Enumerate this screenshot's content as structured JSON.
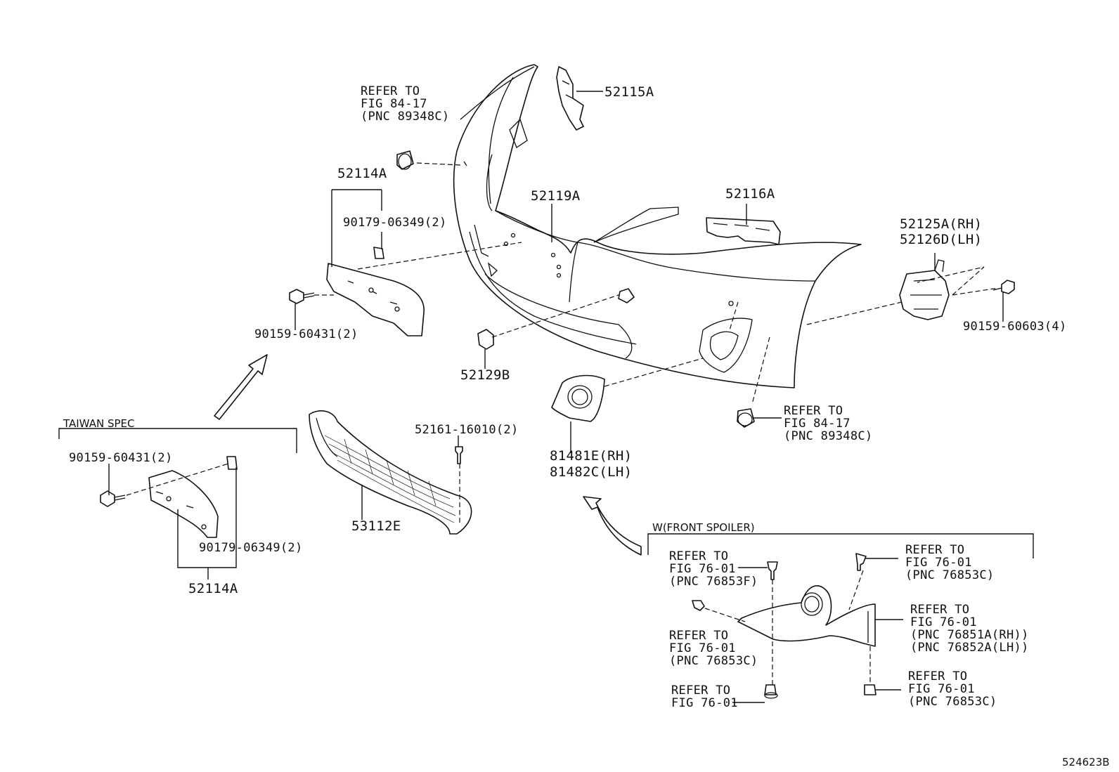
{
  "figure_id": "524623B",
  "sections": {
    "taiwan_spec": "TAIWAN SPEC",
    "front_spoiler": "W(FRONT SPOILER)"
  },
  "parts": {
    "p52115A": "52115A",
    "p52114A_top": "52114A",
    "p90179_top": "90179-06349(2)",
    "p90159_60431_top": "90159-60431(2)",
    "p52119A": "52119A",
    "p52116A": "52116A",
    "p52125A": "52125A(RH)",
    "p52126D": "52126D(LH)",
    "p90159_60603": "90159-60603(4)",
    "p52129B": "52129B",
    "p52161": "52161-16010(2)",
    "p53112E": "53112E",
    "p81481E": "81481E(RH)",
    "p81482C": "81482C(LH)",
    "p90159_60431_tw": "90159-60431(2)",
    "p90179_tw": "90179-06349(2)",
    "p52114A_tw": "52114A"
  },
  "refers": {
    "r1": [
      "REFER TO",
      "FIG 84-17",
      "(PNC 89348C)"
    ],
    "r2": [
      "REFER TO",
      "FIG 84-17",
      "(PNC 89348C)"
    ],
    "r3": [
      "REFER TO",
      "FIG 76-01",
      "(PNC 76853F)"
    ],
    "r4": [
      "REFER TO",
      "FIG 76-01",
      "(PNC 76853C)"
    ],
    "r5": [
      "REFER TO",
      "FIG 76-01",
      "(PNC 76853C)"
    ],
    "r6": [
      "REFER TO",
      "FIG 76-01",
      "(PNC 76851A(RH))",
      "(PNC 76852A(LH))"
    ],
    "r7": [
      "REFER TO",
      "FIG 76-01"
    ],
    "r8": [
      "REFER TO",
      "FIG 76-01",
      "(PNC 76853C)"
    ]
  }
}
